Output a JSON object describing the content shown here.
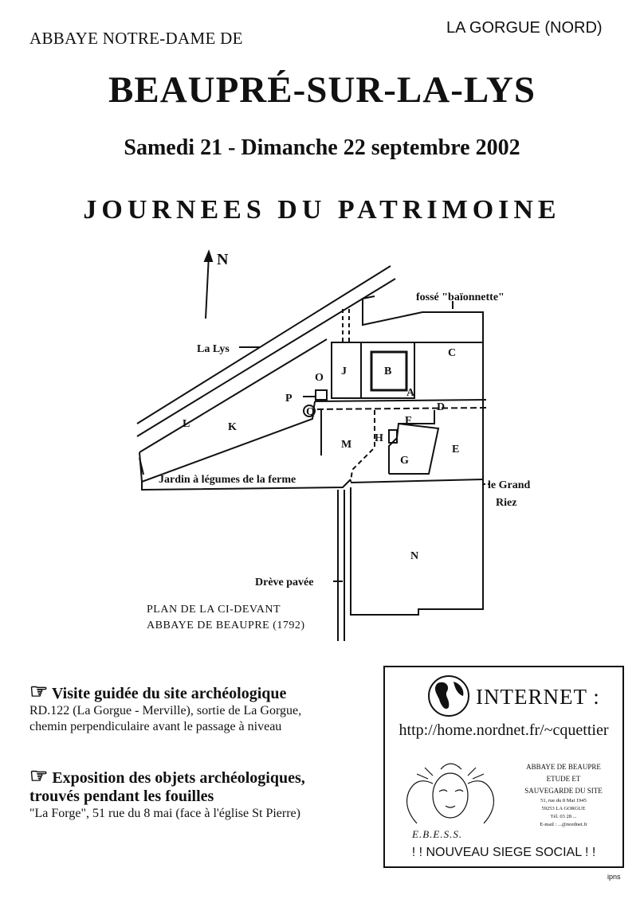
{
  "header": {
    "left_line": "ABBAYE NOTRE-DAME  DE",
    "right_line": "LA GORGUE (NORD)",
    "title": "BEAUPRÉ-SUR-LA-LYS",
    "dates": "Samedi 21 - Dimanche 22 septembre 2002",
    "event": "JOURNEES DU PATRIMOINE"
  },
  "plan": {
    "north": "N",
    "labels": {
      "fosse": "fossé \"baïonnette\"",
      "lalys": "La Lys",
      "jardin": "Jardin à légumes de la ferme",
      "grand": "le Grand",
      "riez": "Riez",
      "dreve": "Drève pavée"
    },
    "zones": {
      "A": "A",
      "B": "B",
      "C": "C",
      "D": "D",
      "E": "E",
      "F": "F",
      "G": "G",
      "H": "H",
      "J": "J",
      "K": "K",
      "L": "L",
      "M": "M",
      "N": "N",
      "O": "O",
      "P": "P",
      "Q": "Q"
    },
    "caption_line1": "PLAN DE LA CI-DEVANT",
    "caption_line2": "ABBAYE DE BEAUPRE (1792)"
  },
  "visite": {
    "pointer": "☞",
    "heading": "Visite  guidée  du  site  archéologique",
    "line1": "RD.122 (La Gorgue - Merville), sortie de La Gorgue,",
    "line2": "chemin perpendiculaire avant le passage à niveau"
  },
  "expo": {
    "pointer": "☞",
    "heading1": "Exposition  des  objets  archéologiques,",
    "heading2": "trouvés pendant les fouilles",
    "line1": "\"La Forge\", 51 rue du 8 mai (face à l'église St Pierre)"
  },
  "internet": {
    "title": "INTERNET  :",
    "url": "http://home.nordnet.fr/~cquettier",
    "assoc_line1": "ABBAYE DE BEAUPRE",
    "assoc_line2": "ETUDE ET",
    "assoc_line3": "SAUVEGARDE DU SITE",
    "addr1": "51, rue du 8 Mai 1945",
    "addr2": "59253 LA GORGUE",
    "tel": "Tél. 03 28 ...",
    "email": "E-mail : ...@nordnet.fr",
    "initials": "E.B.E.S.S.",
    "siege": "! ! NOUVEAU SIEGE SOCIAL ! !"
  },
  "footer": {
    "mark": "ipns"
  }
}
